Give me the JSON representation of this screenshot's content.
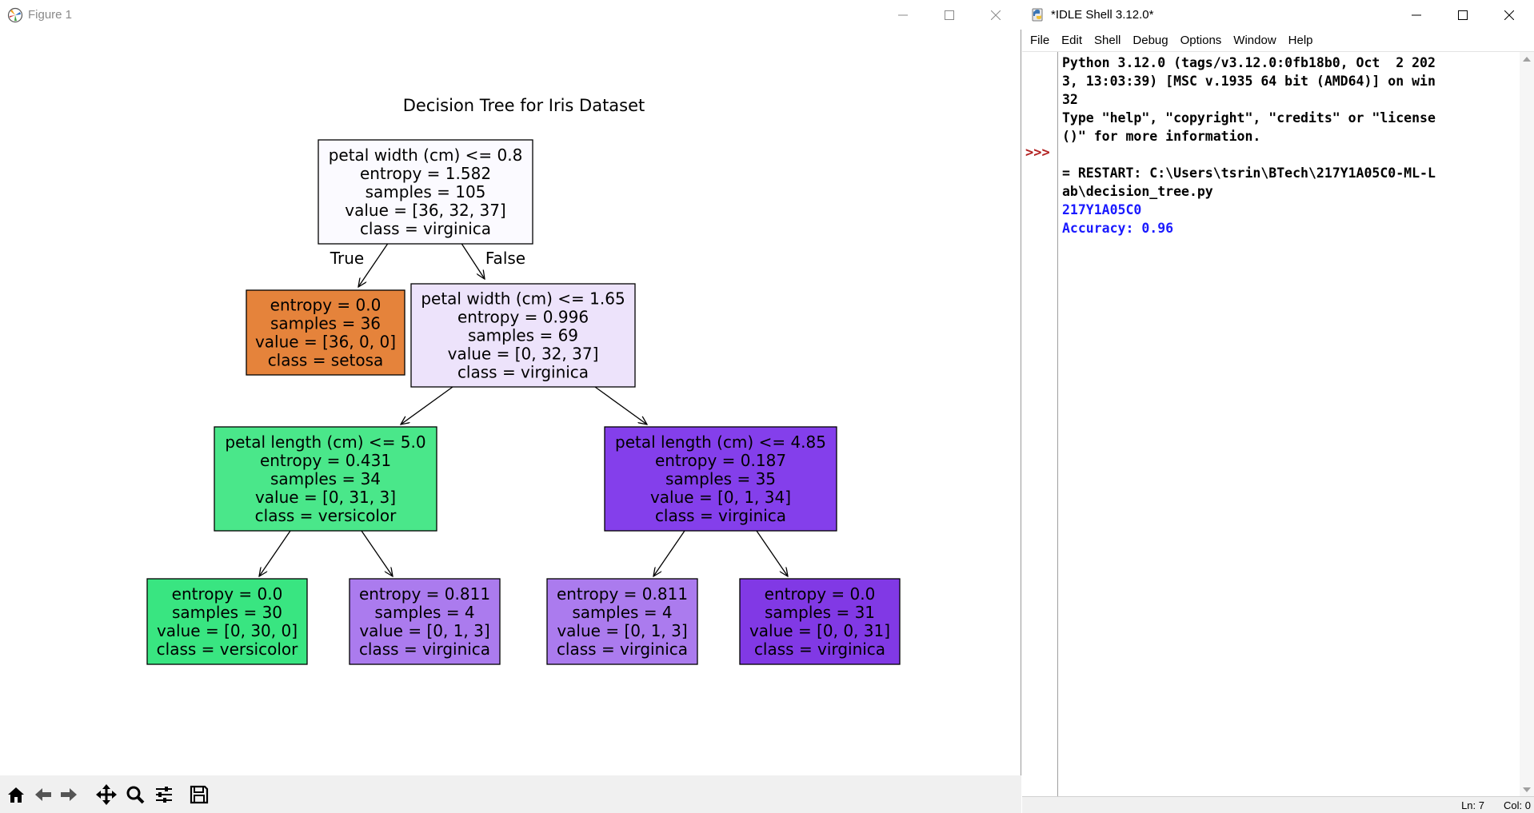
{
  "figure_window": {
    "title": "Figure 1",
    "plot_title": "Decision Tree for Iris Dataset",
    "edge_labels": {
      "true": "True",
      "false": "False"
    },
    "nodes": [
      {
        "id": "n0",
        "lines": [
          "petal width (cm) <= 0.8",
          "entropy = 1.582",
          "samples = 105",
          "value = [36, 32, 37]",
          "class = virginica"
        ],
        "fill": "#fbfaff"
      },
      {
        "id": "n1",
        "lines": [
          "entropy = 0.0",
          "samples = 36",
          "value = [36, 0, 0]",
          "class = setosa"
        ],
        "fill": "#e5833b"
      },
      {
        "id": "n2",
        "lines": [
          "petal width (cm) <= 1.65",
          "entropy = 0.996",
          "samples = 69",
          "value = [0, 32, 37]",
          "class = virginica"
        ],
        "fill": "#ede3fb"
      },
      {
        "id": "n3",
        "lines": [
          "petal length (cm) <= 5.0",
          "entropy = 0.431",
          "samples = 34",
          "value = [0, 31, 3]",
          "class = versicolor"
        ],
        "fill": "#4ae78a"
      },
      {
        "id": "n4",
        "lines": [
          "petal length (cm) <= 4.85",
          "entropy = 0.187",
          "samples = 35",
          "value = [0, 1, 34]",
          "class = virginica"
        ],
        "fill": "#843feb"
      },
      {
        "id": "n5",
        "lines": [
          "entropy = 0.0",
          "samples = 30",
          "value = [0, 30, 0]",
          "class = versicolor"
        ],
        "fill": "#39e581"
      },
      {
        "id": "n6",
        "lines": [
          "entropy = 0.811",
          "samples = 4",
          "value = [0, 1, 3]",
          "class = virginica"
        ],
        "fill": "#ab7bee"
      },
      {
        "id": "n7",
        "lines": [
          "entropy = 0.811",
          "samples = 4",
          "value = [0, 1, 3]",
          "class = virginica"
        ],
        "fill": "#ab7bee"
      },
      {
        "id": "n8",
        "lines": [
          "entropy = 0.0",
          "samples = 31",
          "value = [0, 0, 31]",
          "class = virginica"
        ],
        "fill": "#8139e5"
      }
    ],
    "toolbar": [
      "home-icon",
      "back-icon",
      "forward-icon",
      "pan-icon",
      "zoom-icon",
      "configure-subplots-icon",
      "save-icon"
    ]
  },
  "idle_window": {
    "title": "*IDLE Shell 3.12.0*",
    "menu": [
      "File",
      "Edit",
      "Shell",
      "Debug",
      "Options",
      "Window",
      "Help"
    ],
    "prompt": ">>>",
    "output_lines": [
      "Python 3.12.0 (tags/v3.12.0:0fb18b0, Oct  2 202",
      "3, 13:03:39) [MSC v.1935 64 bit (AMD64)] on win",
      "32",
      "Type \"help\", \"copyright\", \"credits\" or \"license",
      "()\" for more information.",
      "",
      "= RESTART: C:\\Users\\tsrin\\BTech\\217Y1A05C0-ML-L",
      "ab\\decision_tree.py"
    ],
    "program_output": [
      "217Y1A05C0",
      "Accuracy: 0.96"
    ],
    "status": {
      "ln": "Ln: 7",
      "col": "Col: 0"
    }
  },
  "colors": {
    "prompt": "#b22222",
    "program_output": "#1a1aff"
  }
}
